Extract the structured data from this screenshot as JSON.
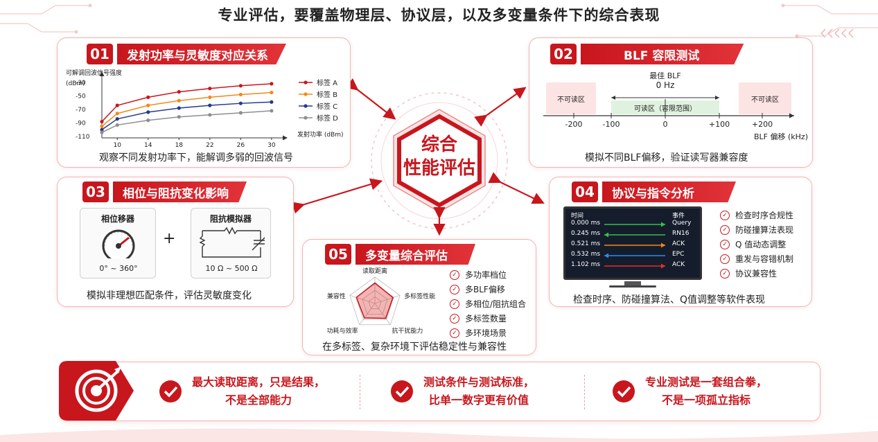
{
  "title": "专业评估，要覆盖物理层、协议层，以及多变量条件下的综合表现",
  "center": {
    "line1": "综合",
    "line2": "性能评估"
  },
  "panel01": {
    "num": "01",
    "title": "发射功率与灵敏度对应关系",
    "caption": "观察不同发射功率下，能解调多弱的回波信号",
    "chart_data": {
      "type": "line",
      "ylabel": "可解调回波信号强度",
      "yunit": "(dBm)",
      "xlabel": "发射功率 (dBm)",
      "x_ticks": [
        "10",
        "14",
        "18",
        "22",
        "26",
        "30"
      ],
      "y_ticks": [
        "-30",
        "-50",
        "-70",
        "-90",
        "-110"
      ],
      "x": [
        8,
        10,
        14,
        18,
        22,
        26,
        30
      ],
      "series": [
        {
          "name": "标签 A",
          "color": "#c8161d",
          "values": [
            -88,
            -64,
            -52,
            -44,
            -39,
            -35,
            -32
          ]
        },
        {
          "name": "标签 B",
          "color": "#f08a1c",
          "values": [
            -95,
            -76,
            -64,
            -57,
            -52,
            -48,
            -45
          ]
        },
        {
          "name": "标签 C",
          "color": "#233b8c",
          "values": [
            -100,
            -84,
            -74,
            -68,
            -64,
            -61,
            -59
          ]
        },
        {
          "name": "标签 D",
          "color": "#8e8e8e",
          "values": [
            -104,
            -93,
            -86,
            -81,
            -78,
            -75,
            -72
          ]
        }
      ]
    }
  },
  "panel02": {
    "num": "02",
    "title": "BLF 容限测试",
    "best_label": "最佳 BLF",
    "best_value": "0 Hz",
    "left_zone": "不可读区",
    "right_zone": "不可读区",
    "mid_zone": "可读区（容限范围）",
    "ticks": [
      "-200",
      "-100",
      "0",
      "+100",
      "+200"
    ],
    "axis_label": "BLF 偏移 (kHz)",
    "caption": "模拟不同BLF偏移，验证读写器兼容度"
  },
  "panel03": {
    "num": "03",
    "title": "相位与阻抗变化影响",
    "phase_title": "相位移器",
    "phase_range": "0° ~ 360°",
    "plus": "+",
    "imp_title": "阻抗模拟器",
    "imp_range": "10 Ω ~ 500 Ω",
    "caption": "模拟非理想匹配条件，评估灵敏度变化"
  },
  "panel04": {
    "num": "04",
    "title": "协议与指令分析",
    "col_time": "时间",
    "col_event": "事件",
    "rows": [
      {
        "time": "0.000 ms",
        "event": "Query",
        "dir": "right",
        "color": "#3ac04a"
      },
      {
        "time": "0.245 ms",
        "event": "RN16",
        "dir": "left",
        "color": "#3ac04a"
      },
      {
        "time": "0.521 ms",
        "event": "ACK",
        "dir": "right",
        "color": "#f08a1c"
      },
      {
        "time": "0.532 ms",
        "event": "EPC",
        "dir": "left",
        "color": "#2a8df0"
      },
      {
        "time": "1.102 ms",
        "event": "ACK",
        "dir": "right",
        "color": "#e23030"
      }
    ],
    "checks": [
      "检查时序合规性",
      "防碰撞算法表现",
      "Q 值动态调整",
      "重发与容错机制",
      "协议兼容性"
    ],
    "caption": "检查时序、防碰撞算法、Q值调整等软件表现"
  },
  "panel05": {
    "num": "05",
    "title": "多变量综合评估",
    "radar_labels": [
      "读取距离",
      "多标签性能",
      "抗干扰能力",
      "功耗与效率",
      "兼容性"
    ],
    "radar_values": [
      0.78,
      0.72,
      0.7,
      0.68,
      0.74
    ],
    "checks": [
      "多功率档位",
      "多BLF偏移",
      "多相位/阻抗组合",
      "多标签数量",
      "多环境场景"
    ],
    "caption": "在多标签、复杂环境下评估稳定性与兼容性"
  },
  "bottom": {
    "items": [
      {
        "l1": "最大读取距离，只是结果，",
        "l2": "不是全部能力"
      },
      {
        "l1": "测试条件与测试标准，",
        "l2": "比单一数字更有价值"
      },
      {
        "l1": "专业测试是一套组合拳，",
        "l2": "不是一项孤立指标"
      }
    ]
  },
  "colors": {
    "accent": "#c8161d",
    "border": "#f0b4b4"
  }
}
